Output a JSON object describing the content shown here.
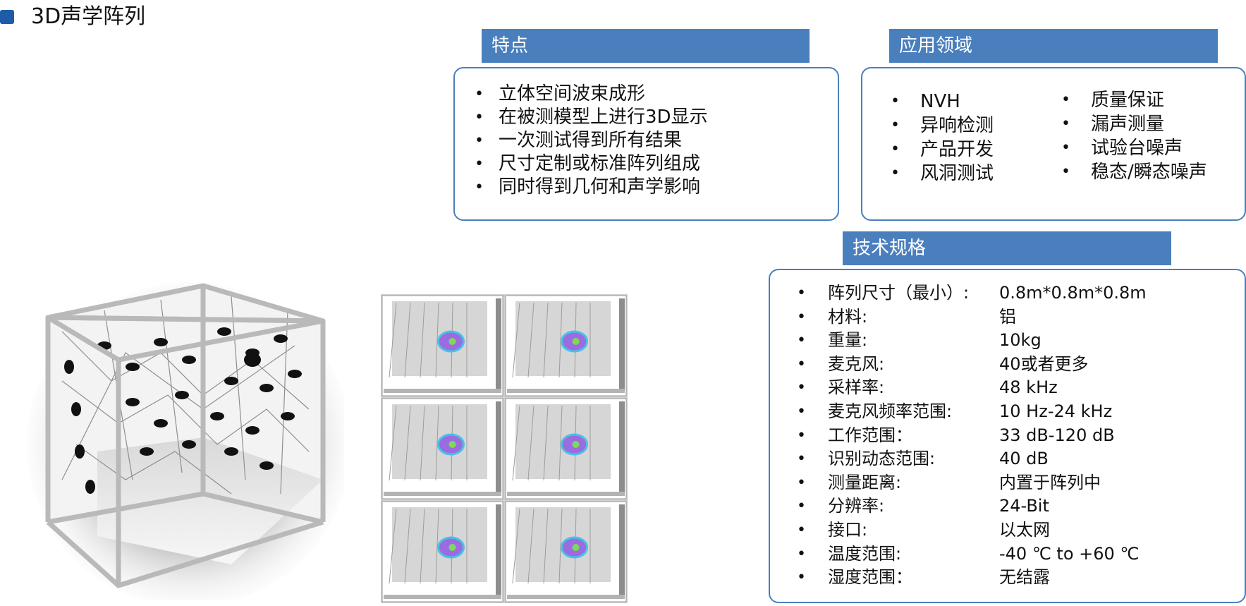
{
  "header": {
    "title": "3D声学阵列"
  },
  "features": {
    "title": "特点",
    "items": [
      "立体空间波束成形",
      "在被测模型上进行3D显示",
      "一次测试得到所有结果",
      "尺寸定制或标准阵列组成",
      "同时得到几何和声学影响"
    ]
  },
  "applications": {
    "title": "应用领域",
    "col1": [
      "NVH",
      "异响检测",
      "产品开发",
      "风洞测试"
    ],
    "col2": [
      "质量保证",
      "漏声测量",
      "试验台噪声",
      "稳态/瞬态噪声"
    ]
  },
  "specs": {
    "title": "技术规格",
    "rows": [
      {
        "label": "阵列尺寸（最小）:",
        "value": "0.8m*0.8m*0.8m"
      },
      {
        "label": "材料:",
        "value": "铝"
      },
      {
        "label": "重量:",
        "value": "10kg"
      },
      {
        "label": "麦克风:",
        "value": "40或者更多"
      },
      {
        "label": "采样率:",
        "value": "48 kHz"
      },
      {
        "label": "麦克风频率范围:",
        "value": "10 Hz-24 kHz"
      },
      {
        "label": "工作范围：",
        "value": "33 dB-120 dB"
      },
      {
        "label": "识别动态范围:",
        "value": "40 dB"
      },
      {
        "label": "测量距离:",
        "value": "内置于阵列中"
      },
      {
        "label": "分辨率:",
        "value": "24-Bit"
      },
      {
        "label": "接口:",
        "value": "以太网"
      },
      {
        "label": "温度范围:",
        "value": "-40 ℃ to +60 ℃"
      },
      {
        "label": "湿度范围：",
        "value": "无结露"
      }
    ]
  },
  "images": {
    "cube": "3d-acoustic-array-cube-photo",
    "grid": "acoustic-map-screenshots-grid"
  }
}
